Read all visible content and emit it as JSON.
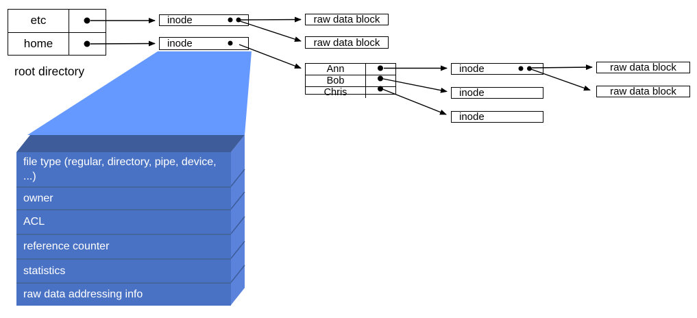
{
  "labels": {
    "root_directory": "root directory",
    "inode": "inode",
    "raw_data_block": "raw data block"
  },
  "root_directory_table": {
    "rows": [
      "etc",
      "home"
    ]
  },
  "home_directory_table": {
    "rows": [
      "Ann",
      "Bob",
      "Chris"
    ]
  },
  "inode_fields": [
    "file type (regular, directory, pipe, device, ...)",
    "owner",
    "ACL",
    "reference counter",
    "statistics",
    "raw data addressing info"
  ],
  "colors": {
    "funnel": "#6699FF",
    "inode_box_front": "#4A72C4",
    "inode_box_top": "#3D5C99",
    "inode_box_side": "#5B83DC",
    "inode_box_divider": "#44679F",
    "line": "#000000",
    "node_fill": "#FFFFFF"
  }
}
